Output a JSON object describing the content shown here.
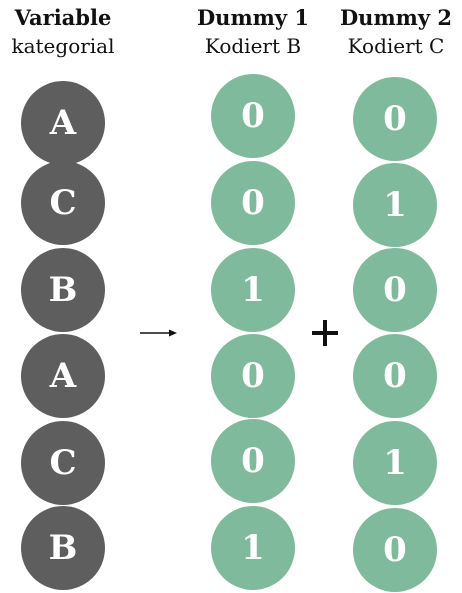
{
  "headers": {
    "variable": {
      "title": "Variable",
      "subtitle": "kategorial"
    },
    "dummy1": {
      "title": "Dummy 1",
      "subtitle": "Kodiert B"
    },
    "dummy2": {
      "title": "Dummy 2",
      "subtitle": "Kodiert C"
    }
  },
  "columns": {
    "variable": [
      "A",
      "C",
      "B",
      "A",
      "C",
      "B"
    ],
    "dummy1": [
      "0",
      "0",
      "1",
      "0",
      "0",
      "1"
    ],
    "dummy2": [
      "0",
      "1",
      "0",
      "0",
      "1",
      "0"
    ]
  },
  "colors": {
    "category_circle": "#5e5e5e",
    "dummy_circle": "#7fba9c",
    "text": "#111111",
    "circle_text": "#ffffff"
  },
  "icons": {
    "arrow": "right-arrow-icon",
    "plus": "plus-icon"
  }
}
